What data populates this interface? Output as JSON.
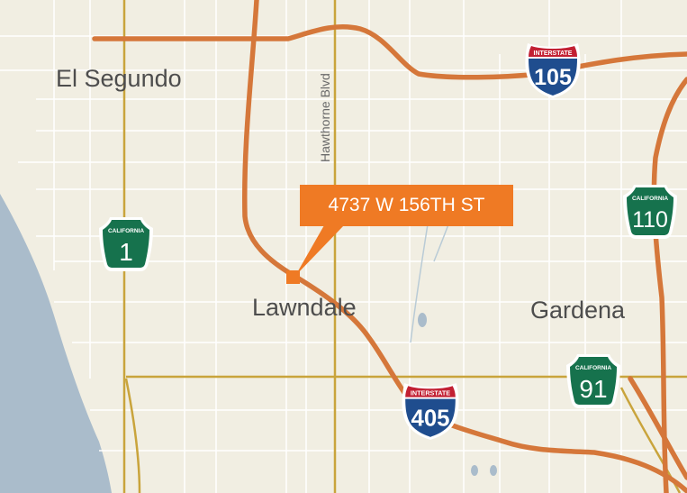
{
  "map": {
    "places": {
      "el_segundo": "El Segundo",
      "lawndale": "Lawndale",
      "gardena": "Gardena"
    },
    "streets": {
      "hawthorne": "Hawthorne Blvd"
    },
    "marker": {
      "address": "4737 W 156TH ST"
    },
    "shields": {
      "i105": {
        "top": "INTERSTATE",
        "number": "105"
      },
      "i405": {
        "top": "INTERSTATE",
        "number": "405"
      },
      "ca1": {
        "top": "CALIFORNIA",
        "number": "1"
      },
      "ca110": {
        "top": "CALIFORNIA",
        "number": "110"
      },
      "ca91": {
        "top": "CALIFORNIA",
        "number": "91"
      }
    },
    "colors": {
      "land": "#f1eee2",
      "water": "#aabccb",
      "freeway": "#d5773a",
      "arterial": "#c9a43c",
      "minor_road": "#ffffff",
      "accent": "#ef7a24",
      "interstate_blue": "#1f4d8e",
      "interstate_red": "#c22033",
      "state_green": "#16724d"
    }
  }
}
